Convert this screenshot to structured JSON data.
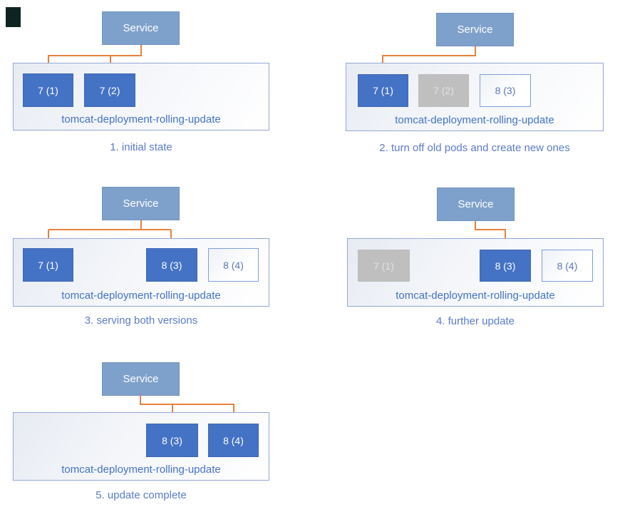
{
  "colors": {
    "service_fill": "#7ea1cb",
    "pod_active": "#4472c4",
    "pod_inactive": "#bfbfbf",
    "pod_new_border": "#7f9fd8",
    "deployment_border": "#93a7d2",
    "deployment_text": "#4472c4",
    "caption_text": "#5b7bc8",
    "arrow": "#e8813c"
  },
  "service_label": "Service",
  "deployment_label": "tomcat-deployment-rolling-update",
  "stages": [
    {
      "caption": "1. initial state",
      "pods": [
        {
          "label": "7 (1)",
          "state": "active"
        },
        {
          "label": "7 (2)",
          "state": "active"
        }
      ]
    },
    {
      "caption": "2. turn off old pods and create new ones",
      "pods": [
        {
          "label": "7 (1)",
          "state": "active"
        },
        {
          "label": "7 (2)",
          "state": "inactive"
        },
        {
          "label": "8 (3)",
          "state": "new"
        }
      ]
    },
    {
      "caption": "3. serving both versions",
      "pods": [
        {
          "label": "7 (1)",
          "state": "active"
        },
        {
          "label": "8 (3)",
          "state": "active"
        },
        {
          "label": "8 (4)",
          "state": "new"
        }
      ]
    },
    {
      "caption": "4. further update",
      "pods": [
        {
          "label": "7 (1)",
          "state": "inactive"
        },
        {
          "label": "8 (3)",
          "state": "active"
        },
        {
          "label": "8 (4)",
          "state": "new"
        }
      ]
    },
    {
      "caption": "5. update complete",
      "pods": [
        {
          "label": "8 (3)",
          "state": "active"
        },
        {
          "label": "8 (4)",
          "state": "active"
        }
      ]
    }
  ]
}
